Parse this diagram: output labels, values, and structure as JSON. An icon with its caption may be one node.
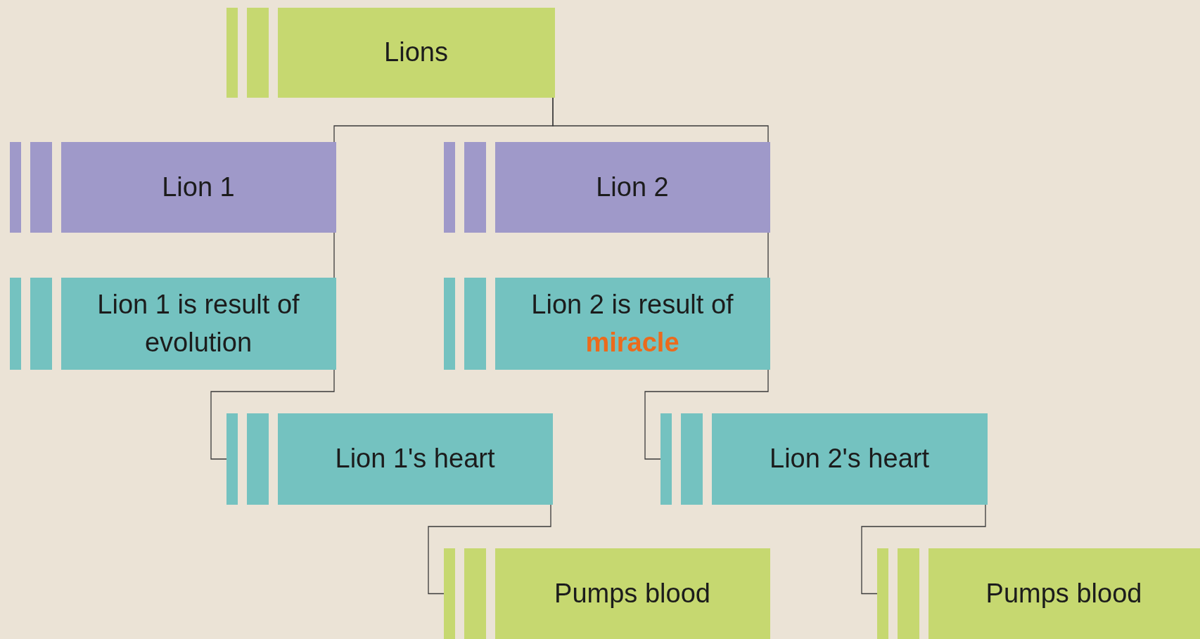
{
  "diagram": {
    "nodes": [
      {
        "text": [
          "Lions"
        ]
      },
      {
        "text": [
          "Lion 1"
        ]
      },
      {
        "text": [
          "Lion 2"
        ]
      },
      {
        "text": [
          "Lion 1 is result of evolution"
        ]
      },
      {
        "text": [
          "Lion 2 is result of **miracle**"
        ]
      },
      {
        "text": [
          "Lion 1's heart"
        ]
      },
      {
        "text": [
          "Lion 2's heart"
        ]
      },
      {
        "text": [
          "Pumps blood"
        ]
      },
      {
        "text": [
          "Pumps blood"
        ]
      }
    ],
    "edges": [
      {
        "from": 0,
        "to": 1,
        "arrow": "none"
      },
      {
        "from": 0,
        "to": 2,
        "arrow": "none"
      },
      {
        "from": 1,
        "to": 3,
        "arrow": "none"
      },
      {
        "from": 2,
        "to": 4,
        "arrow": "none"
      },
      {
        "from": 3,
        "to": 5,
        "arrow": "none"
      },
      {
        "from": 4,
        "to": 6,
        "arrow": "none"
      },
      {
        "from": 5,
        "to": 7,
        "arrow": "none"
      },
      {
        "from": 6,
        "to": 8,
        "arrow": "none"
      }
    ]
  }
}
